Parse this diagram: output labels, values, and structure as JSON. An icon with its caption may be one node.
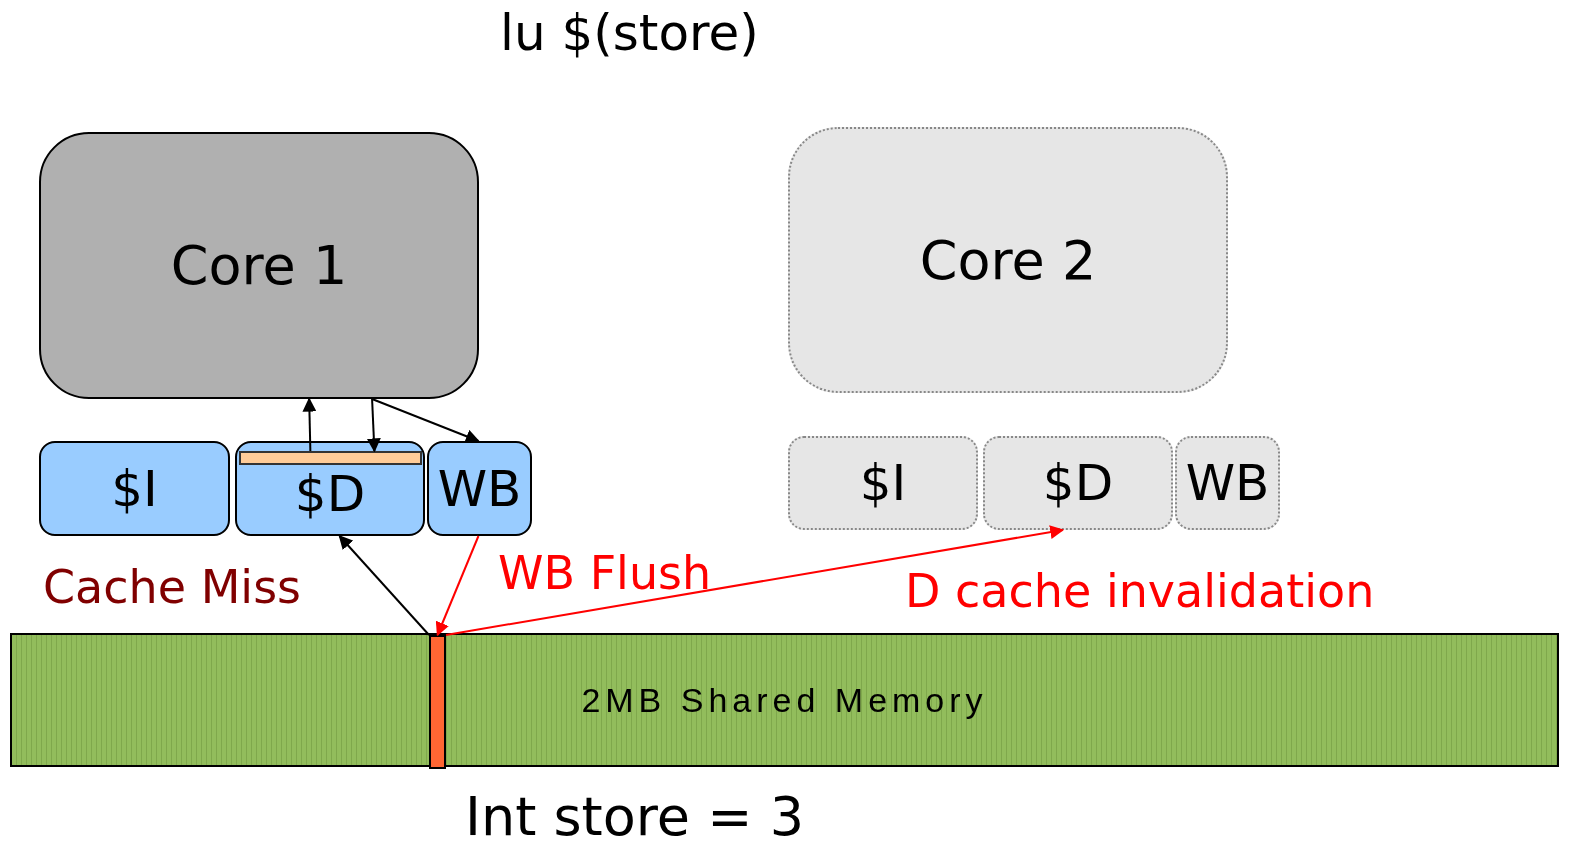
{
  "diagram": {
    "title": "lu $(store)",
    "caption": "Int store = 3",
    "nodes": [
      {
        "text": [
          "Core 1"
        ]
      },
      {
        "text": [
          "$I"
        ]
      },
      {
        "text": [
          "$D"
        ]
      },
      {
        "text": [],
        "shape": "bar",
        "in": 2
      },
      {
        "text": [
          "WB"
        ]
      },
      {
        "text": [
          "Core 2"
        ]
      },
      {
        "text": [
          "$I"
        ]
      },
      {
        "text": [
          "$D"
        ]
      },
      {
        "text": [
          "WB"
        ]
      },
      {
        "text": [
          "2MB Shared Memory"
        ]
      },
      {
        "text": [],
        "shape": "bar",
        "in": 9
      }
    ],
    "edges": [
      {
        "from": 3,
        "to": 0,
        "arrow": "to"
      },
      {
        "from": 0,
        "to": 3,
        "arrow": "to"
      },
      {
        "from": 0,
        "to": 4,
        "arrow": "to"
      },
      {
        "from": 10,
        "to": 2,
        "arrow": "to",
        "label": "Cache Miss"
      },
      {
        "from": 4,
        "to": 10,
        "arrow": "to",
        "label": "WB Flush",
        "color": "#ff0000"
      },
      {
        "from": 10,
        "to": 7,
        "arrow": "to",
        "label": "D cache invalidation",
        "color": "#ff0000"
      }
    ]
  }
}
